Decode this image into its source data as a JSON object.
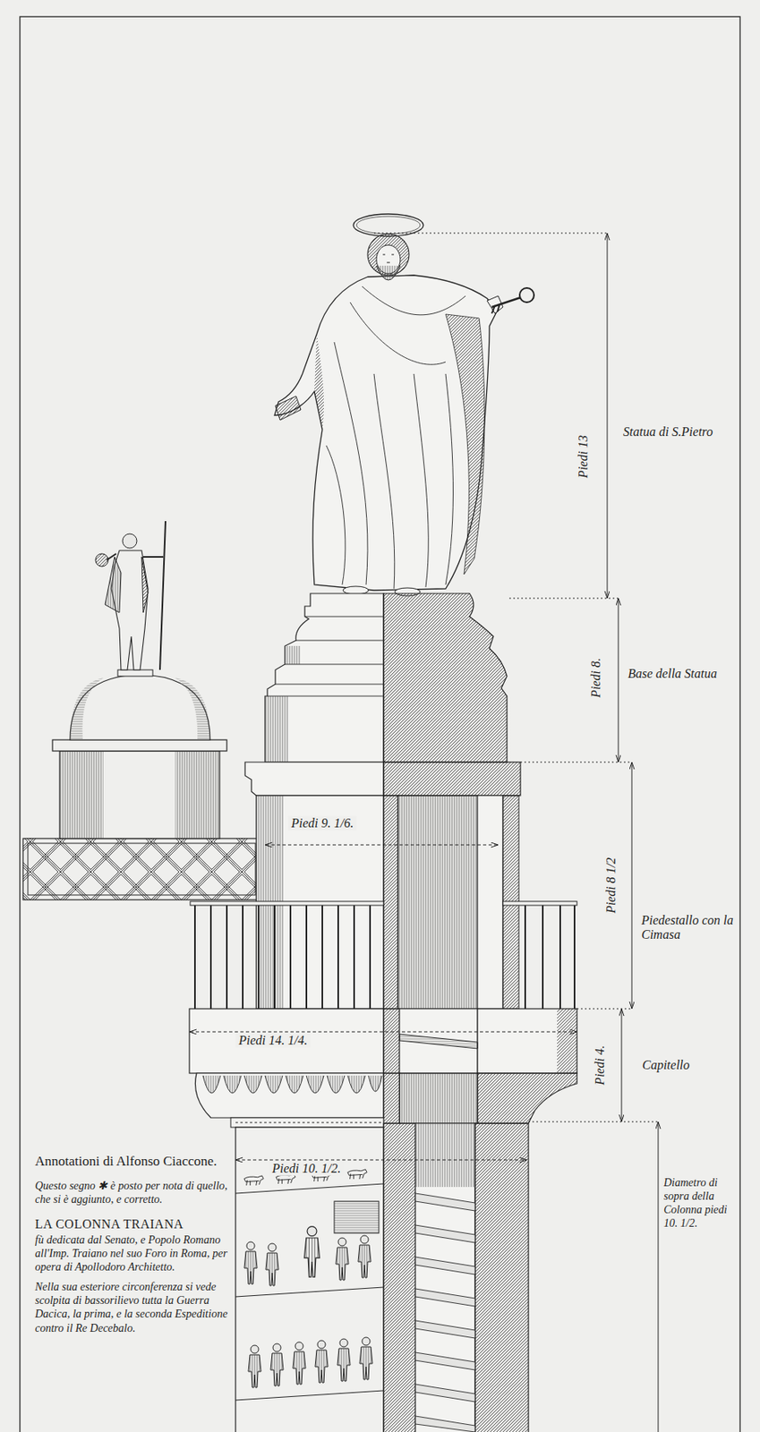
{
  "diagram": {
    "labels": [
      "Piedi 13",
      "Statua di S.Pietro",
      "Piedi 8.",
      "Base della Statua",
      "Piedi 9. 1/6.",
      "Piedi 8 1/2",
      "Piedestallo con la Cimasa",
      "Piedi 14. 1/4.",
      "Piedi 4.",
      "Capitello",
      "Annotationi di Alfonso Ciaccone.",
      "Piedi 10. 1/2.",
      "Diametro di sopra della Colonna piedi 10. 1/2.",
      "Questo segno ✱ è posto per nota di quello, che si è aggiunto, e corretto.",
      "LA COLONNA TRAIANA",
      "fù dedicata dal Senato, e Popolo Romano all'Imp. Traiano nel suo Foro in Roma, per opera di Apollodoro Architetto.",
      "Nella sua esteriore circonferenza si vede scolpita di bassorilievo tutta la Guerra Dacica, la prima, e la seconda Espeditione contro il Re Decebalo."
    ]
  }
}
